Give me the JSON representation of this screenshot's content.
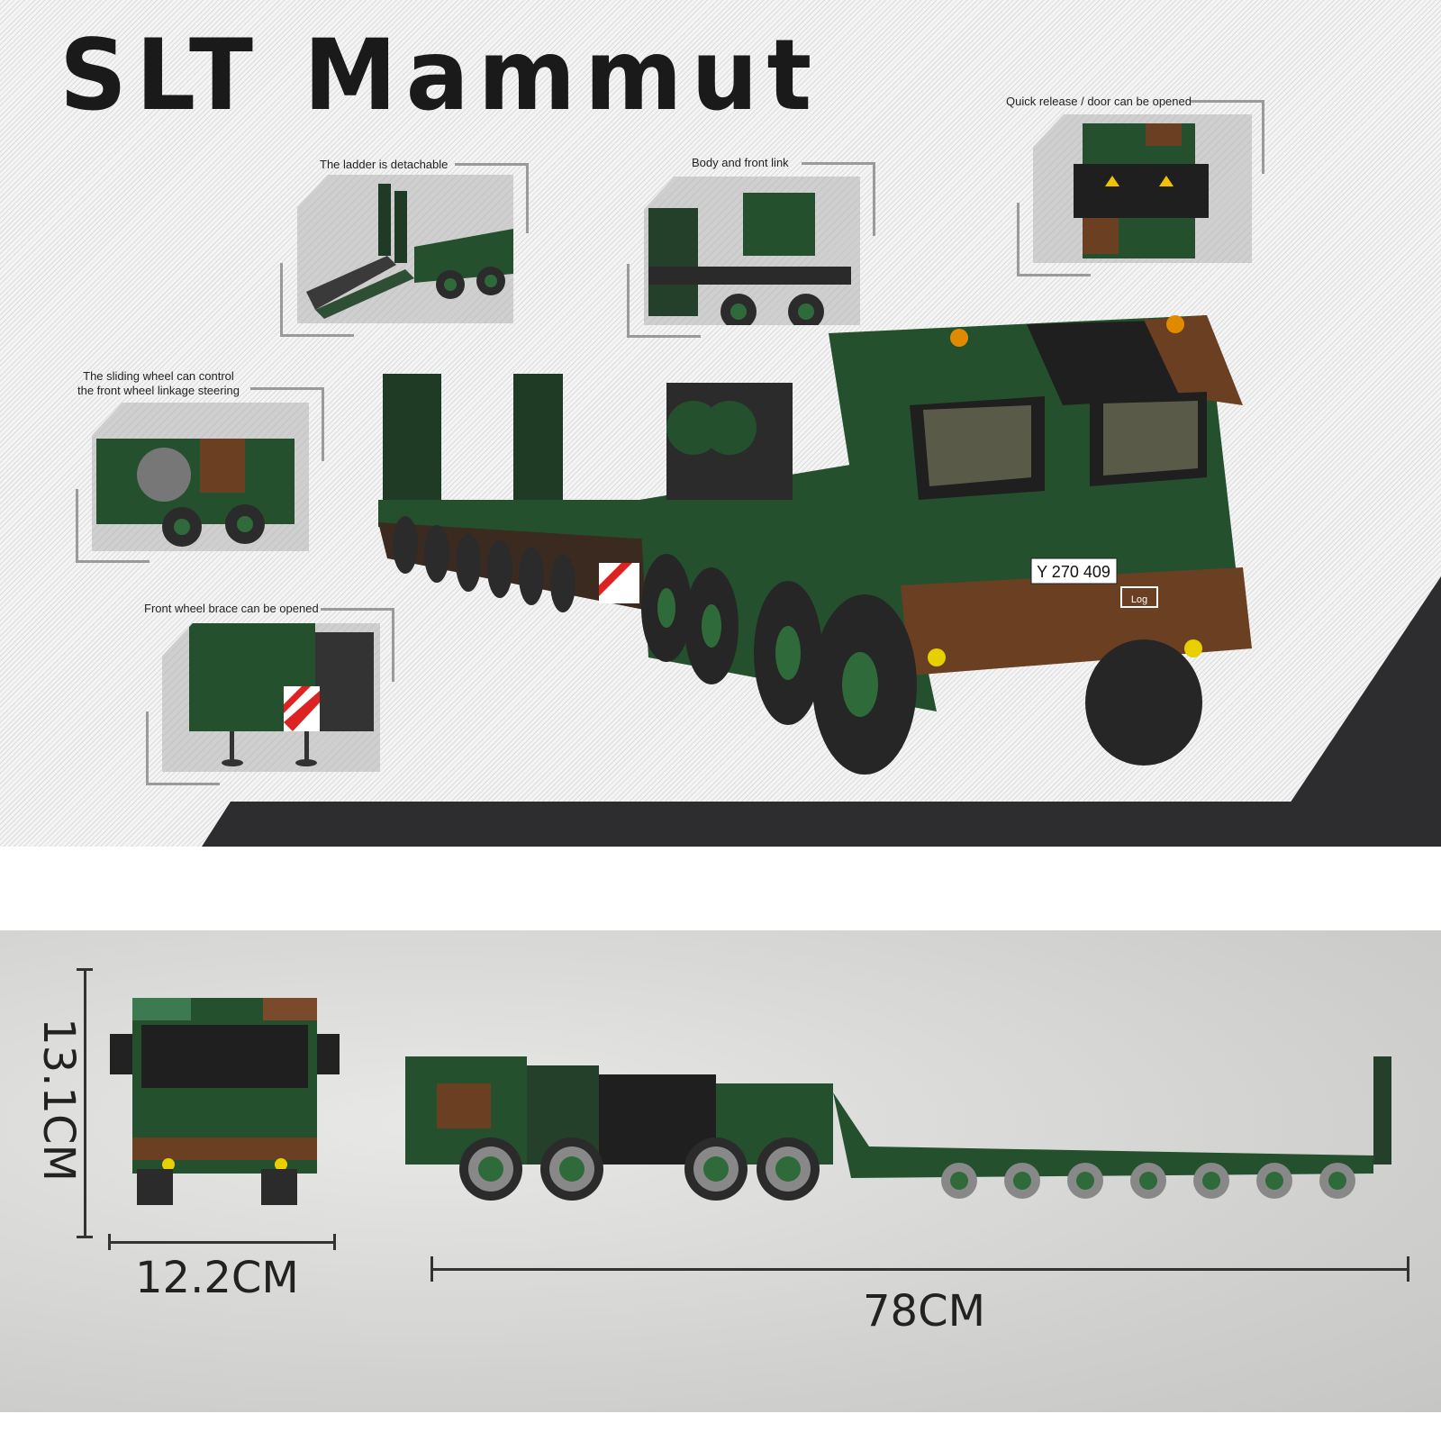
{
  "title": "SLT Mammut",
  "callouts": {
    "ladder": "The ladder is detachable",
    "body_link": "Body and front link",
    "quick_release": "Quick release / door can be opened",
    "sliding_wheel_1": "The sliding wheel can control",
    "sliding_wheel_2": "the front wheel linkage steering",
    "wheel_brace": "Front wheel brace can be opened"
  },
  "plate": "Y 270 409",
  "badge": "Log",
  "dimensions": {
    "height": "13.1CM",
    "width": "12.2CM",
    "length": "78CM"
  },
  "colors": {
    "green": "#1f4a2a",
    "brown": "#6b3f22",
    "dark": "#2d2d30"
  }
}
